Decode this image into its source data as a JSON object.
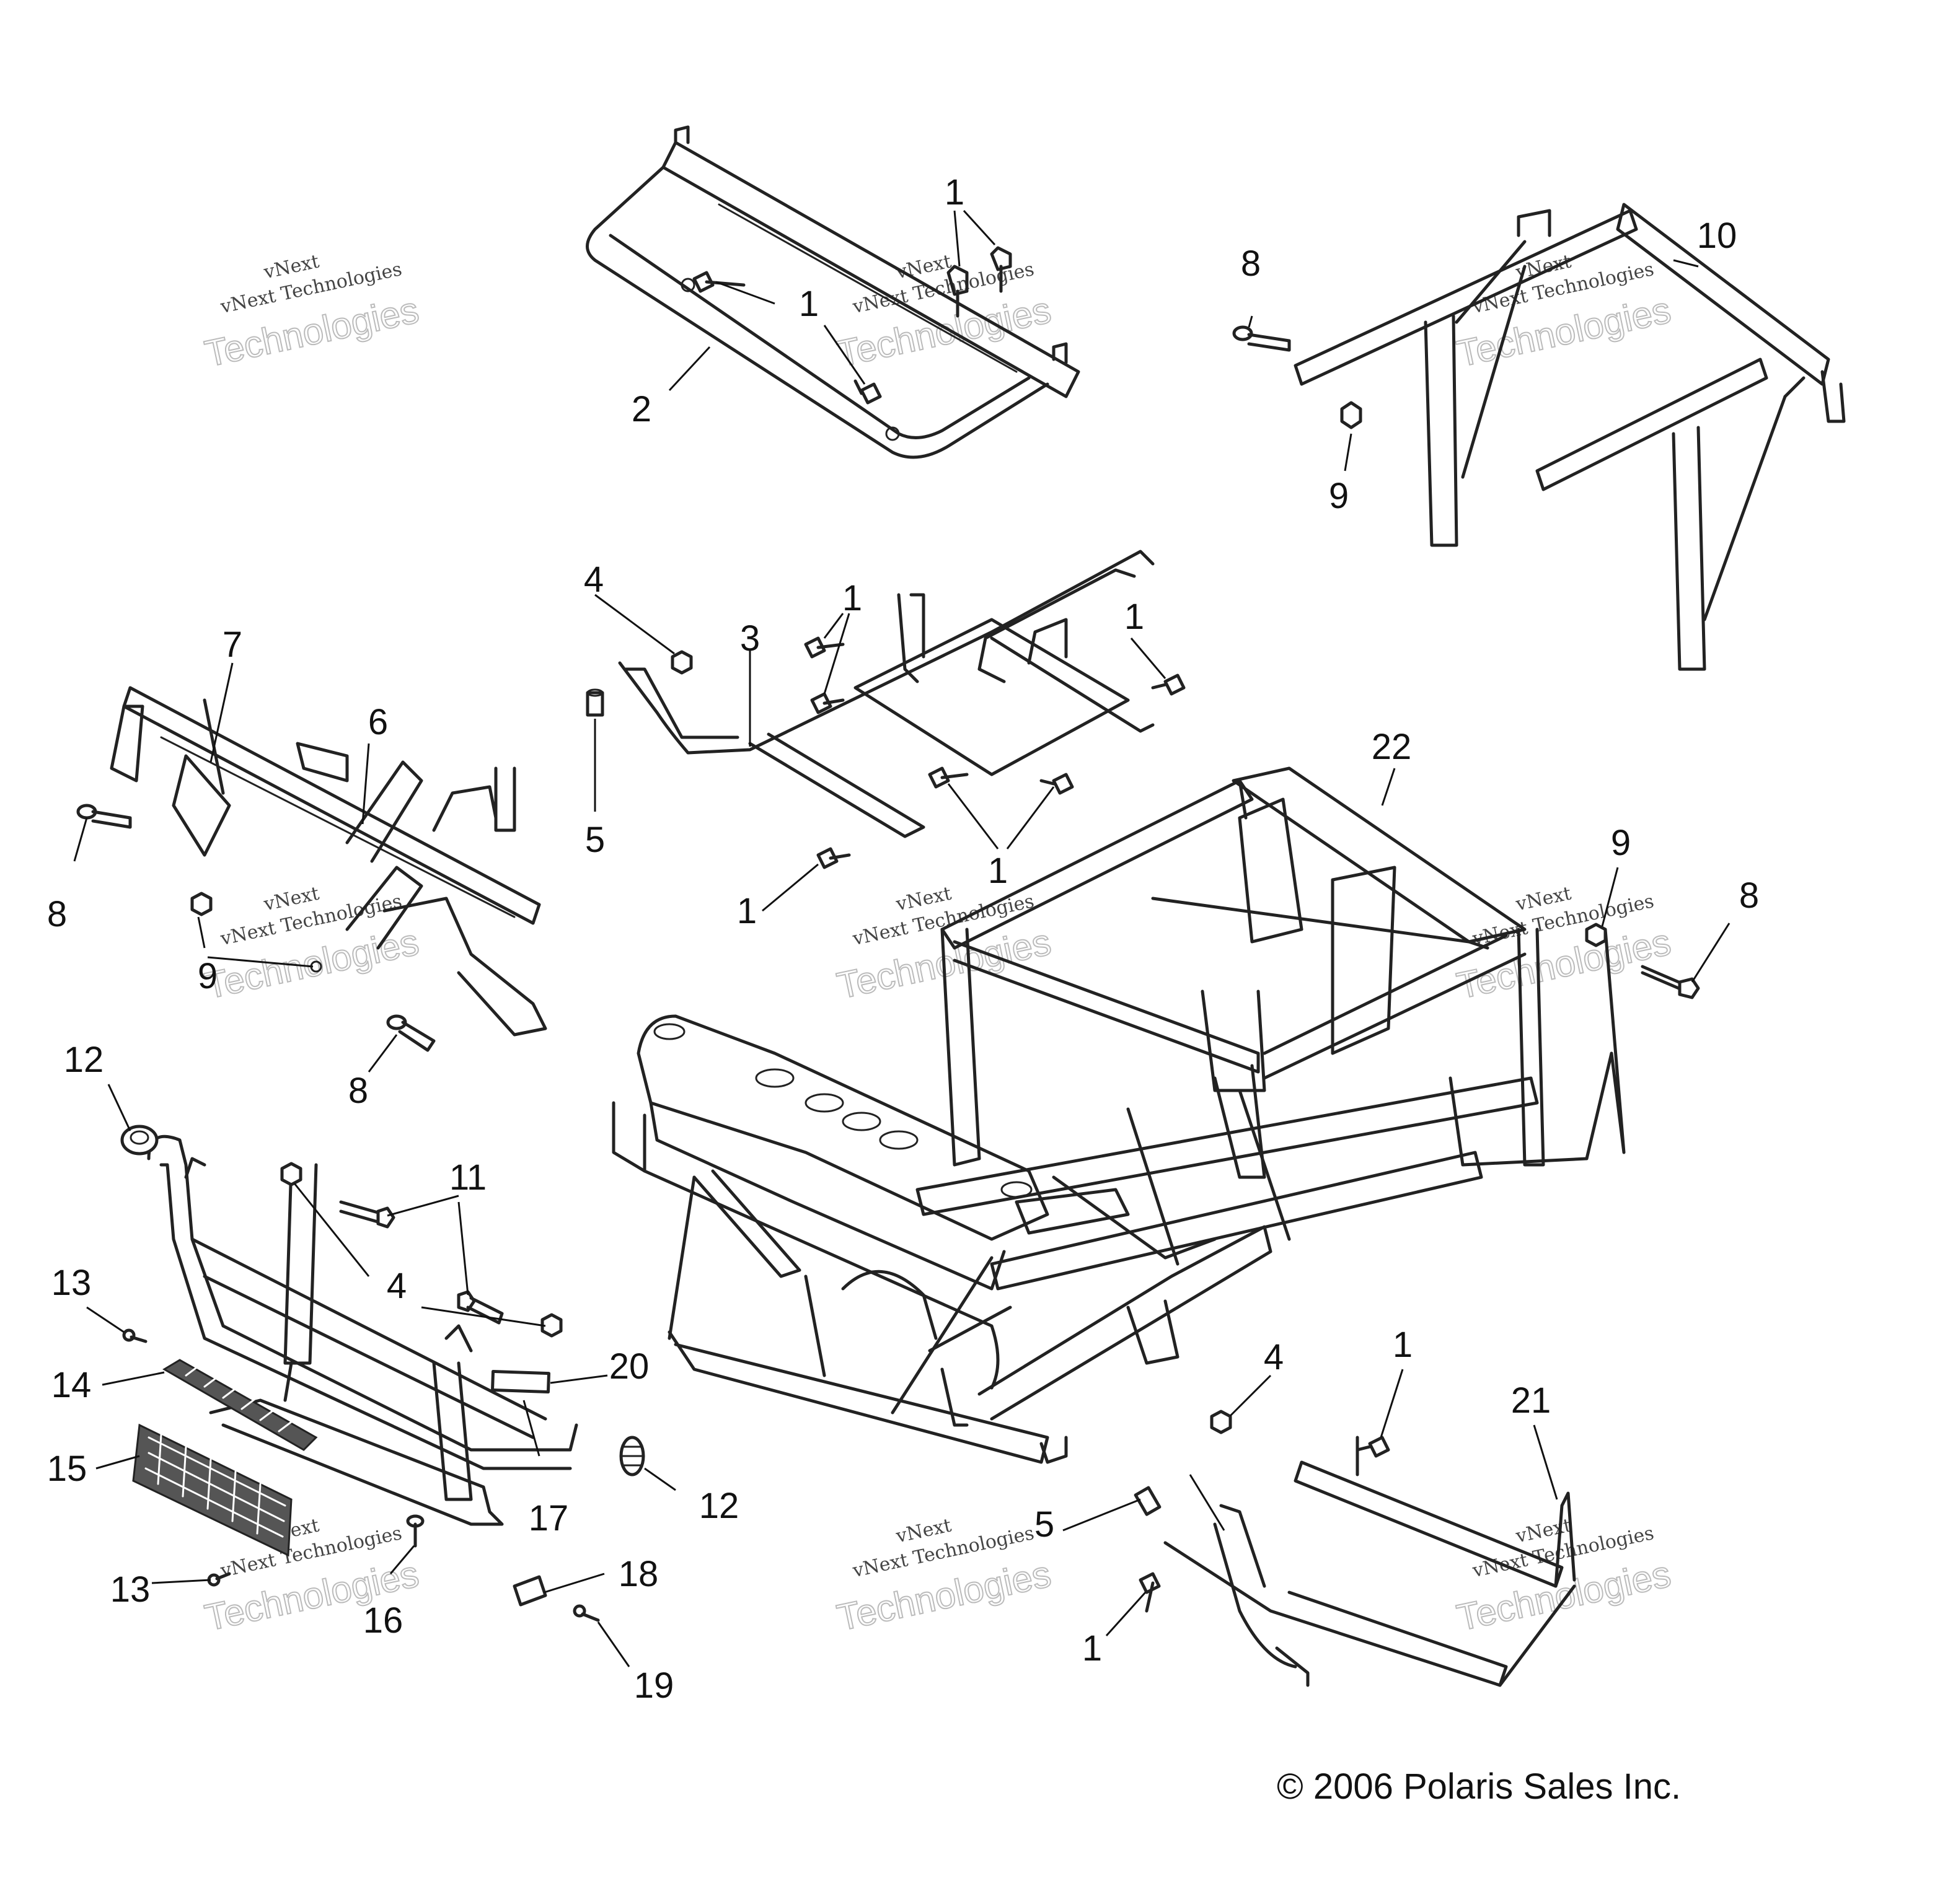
{
  "callouts": {
    "c1": [
      "1",
      "1",
      "1",
      "1",
      "1",
      "1",
      "1",
      "1"
    ],
    "c2": "2",
    "c3": "3",
    "c4": [
      "4",
      "4",
      "4"
    ],
    "c5": [
      "5",
      "5"
    ],
    "c6": "6",
    "c7": "7",
    "c8": [
      "8",
      "8",
      "8",
      "8"
    ],
    "c9": [
      "9",
      "9",
      "9"
    ],
    "c10": "10",
    "c11": "11",
    "c12": [
      "12",
      "12"
    ],
    "c13": [
      "13",
      "13"
    ],
    "c14": "14",
    "c15": "15",
    "c16": "16",
    "c17": "17",
    "c18": "18",
    "c19": "19",
    "c20": "20",
    "c21": "21",
    "c22": "22"
  },
  "watermark": {
    "line1": "vNext",
    "line2": "vNext Technologies",
    "line3": "Technologies"
  },
  "copyright": "© 2006 Polaris Sales Inc."
}
